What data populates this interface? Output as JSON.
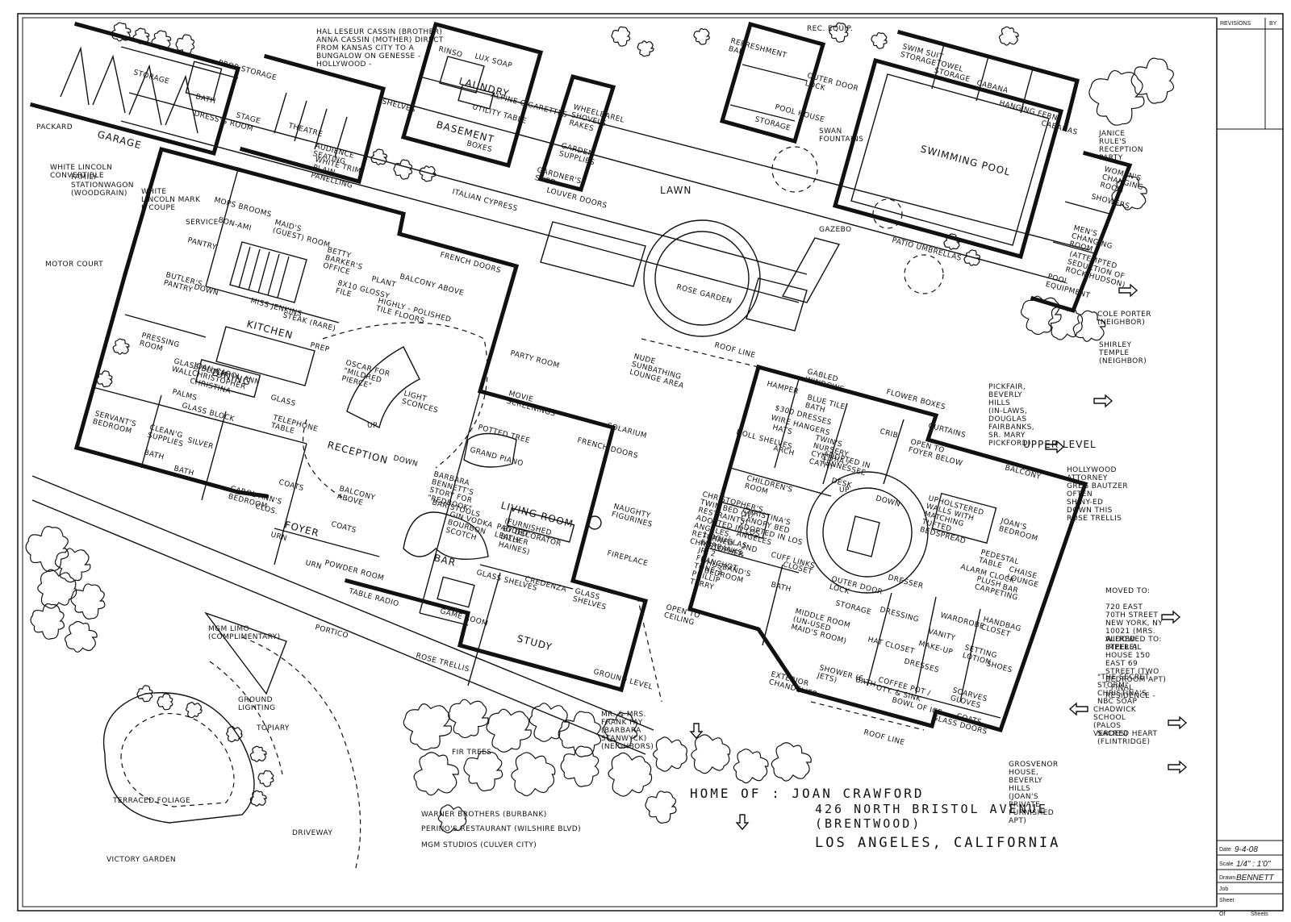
{
  "title": {
    "line1": "HOME OF :  JOAN CRAWFORD",
    "line2": "426 NORTH BRISTOL AVENUE",
    "line3": "(BRENTWOOD)",
    "line4": "LOS ANGELES,  CALIFORNIA"
  },
  "title_block": {
    "revisions": "REVISIONS",
    "by": "BY",
    "date_label": "Date",
    "date_value": "9-4-08",
    "scale_label": "Scale",
    "scale_value": "1/4\" : 1'0\"",
    "drawn_label": "Drawn",
    "drawn_value": "BENNETT",
    "job_label": "Job",
    "sheet_label": "Sheet",
    "of_label": "Of",
    "sheets_label": "Sheets"
  },
  "labels": [
    {
      "id": "packard",
      "text": "PACKARD"
    },
    {
      "id": "garage",
      "text": "GARAGE"
    },
    {
      "id": "storage-garage",
      "text": "STORAGE"
    },
    {
      "id": "white-lincoln",
      "text": "WHITE LINCOLN CONVERTIBLE"
    },
    {
      "id": "station-wagon",
      "text": "FAMILY STATIONWAGON (WOODGRAIN)"
    },
    {
      "id": "lincoln-mark",
      "text": "WHITE LINCOLN MARK II COUPE"
    },
    {
      "id": "bath-1",
      "text": "BATH"
    },
    {
      "id": "prop-storage",
      "text": "PROP STORAGE"
    },
    {
      "id": "dressing-room",
      "text": "DRESS'G ROOM"
    },
    {
      "id": "stage",
      "text": "STAGE"
    },
    {
      "id": "theatre",
      "text": "THEATRE"
    },
    {
      "id": "audience",
      "text": "AUDIENCE SEATING"
    },
    {
      "id": "white-trim",
      "text": "WHITE TRIM PLAIN PANELLING"
    },
    {
      "id": "cassin",
      "text": "HAL LESEUR CASSIN (BROTHER) ANNA CASSIN (MOTHER) DIRECT FROM KANSAS CITY TO A BUNGALOW ON GENESSE - HOLLYWOOD -"
    },
    {
      "id": "shelves",
      "text": "SHELVES"
    },
    {
      "id": "rinso",
      "text": "RINSO"
    },
    {
      "id": "lux",
      "text": "LUX SOAP"
    },
    {
      "id": "laundry",
      "text": "LAUNDRY"
    },
    {
      "id": "alpine",
      "text": "ALPINE CIGARETTES"
    },
    {
      "id": "utility",
      "text": "UTILITY TABLE"
    },
    {
      "id": "basement",
      "text": "BASEMENT"
    },
    {
      "id": "boxes",
      "text": "BOXES"
    },
    {
      "id": "wheelbarrel",
      "text": "WHEELBAREL SHOVELS RAKES"
    },
    {
      "id": "garden-supplies",
      "text": "GARDEN SUPPLIES"
    },
    {
      "id": "gardeners-shed",
      "text": "GARDNER'S SHED"
    },
    {
      "id": "italian-cypress",
      "text": "ITALIAN CYPRESS"
    },
    {
      "id": "louver",
      "text": "LOUVER DOORS"
    },
    {
      "id": "lawn",
      "text": "LAWN"
    },
    {
      "id": "refreshment",
      "text": "REFRESHMENT BAR"
    },
    {
      "id": "rec-equip",
      "text": "REC. EQUIP."
    },
    {
      "id": "outer-door-lock-pool",
      "text": "OUTER DOOR LOCK"
    },
    {
      "id": "pool-house",
      "text": "POOL HOUSE"
    },
    {
      "id": "storage-pool",
      "text": "STORAGE"
    },
    {
      "id": "swan",
      "text": "SWAN FOUNTAINS"
    },
    {
      "id": "swim-suit",
      "text": "SWIM SUIT STORAGE"
    },
    {
      "id": "towel",
      "text": "TOWEL STORAGE"
    },
    {
      "id": "cabana",
      "text": "CABANA"
    },
    {
      "id": "hanging-fern",
      "text": "HANGING FERN"
    },
    {
      "id": "cabanas",
      "text": "CABANAS"
    },
    {
      "id": "janice",
      "text": "JANICE RULE'S RECEPTION PARTY"
    },
    {
      "id": "swimming-pool",
      "text": "SWIMMING POOL"
    },
    {
      "id": "womens",
      "text": "WOMEN'S CHANGING ROOM"
    },
    {
      "id": "showers",
      "text": "SHOWERS"
    },
    {
      "id": "mens",
      "text": "MEN'S CHANGING ROOM"
    },
    {
      "id": "rock-hudson",
      "text": "(ATTEMPTED SEDUCTION OF ROCK HUDSON)"
    },
    {
      "id": "pool-equipment",
      "text": "POOL EQUIPMENT"
    },
    {
      "id": "gazebo",
      "text": "GAZEBO"
    },
    {
      "id": "patio",
      "text": "PATIO UMBRELLAS"
    },
    {
      "id": "rose-garden",
      "text": "ROSE GARDEN"
    },
    {
      "id": "cole-porter",
      "text": "COLE PORTER (NEIGHBOR)"
    },
    {
      "id": "shirley",
      "text": "SHIRLEY TEMPLE (NEIGHBOR)"
    },
    {
      "id": "mops",
      "text": "MOPS BROOMS"
    },
    {
      "id": "bon-ami",
      "text": "BON-AMI"
    },
    {
      "id": "service",
      "text": "SERVICE"
    },
    {
      "id": "pantry",
      "text": "PANTRY"
    },
    {
      "id": "maids",
      "text": "MAID'S (GUEST) ROOM"
    },
    {
      "id": "betty",
      "text": "BETTY BARKER'S OFFICE"
    },
    {
      "id": "glossy",
      "text": "8X10 GLOSSY FILE"
    },
    {
      "id": "motor-court",
      "text": "MOTOR COURT"
    },
    {
      "id": "butlers",
      "text": "BUTLER'S PANTRY"
    },
    {
      "id": "down-1",
      "text": "DOWN"
    },
    {
      "id": "miss-jenkins",
      "text": "MISS JENKINS"
    },
    {
      "id": "steak",
      "text": "STEAK (RARE)"
    },
    {
      "id": "kitchen",
      "text": "KITCHEN"
    },
    {
      "id": "pressing",
      "text": "PRESSING ROOM"
    },
    {
      "id": "prep",
      "text": "PREP"
    },
    {
      "id": "glass-block-wall",
      "text": "GLASS BLOCK WALL"
    },
    {
      "id": "dining",
      "text": "DINING"
    },
    {
      "id": "joan-carol",
      "text": "JOAN  CAROL ANN  CHRISTOPHER  CHRISTINA"
    },
    {
      "id": "palms",
      "text": "PALMS"
    },
    {
      "id": "glass",
      "text": "GLASS"
    },
    {
      "id": "glass-block",
      "text": "GLASS BLOCK"
    },
    {
      "id": "oscar",
      "text": "OSCAR FOR \"MILDRED PIERCE\""
    },
    {
      "id": "plant",
      "text": "PLANT"
    },
    {
      "id": "french-doors-1",
      "text": "FRENCH DOORS"
    },
    {
      "id": "balcony-above-1",
      "text": "BALCONY ABOVE"
    },
    {
      "id": "tile-floors",
      "text": "HIGHLY - POLISHED TILE FLOORS"
    },
    {
      "id": "servants",
      "text": "SERVANT'S BEDROOM"
    },
    {
      "id": "cleaning",
      "text": "CLEAN'G SUPPLIES"
    },
    {
      "id": "silver",
      "text": "SILVER"
    },
    {
      "id": "telephone",
      "text": "TELEPHONE TABLE"
    },
    {
      "id": "bath-2",
      "text": "BATH"
    },
    {
      "id": "bath-3",
      "text": "BATH"
    },
    {
      "id": "reception",
      "text": "RECEPTION"
    },
    {
      "id": "light-sconces",
      "text": "LIGHT SCONCES"
    },
    {
      "id": "up-1",
      "text": "UP"
    },
    {
      "id": "carol-ann",
      "text": "CAROL ANN'S BEDROOM"
    },
    {
      "id": "coats-1",
      "text": "COATS"
    },
    {
      "id": "clos",
      "text": "CLOS."
    },
    {
      "id": "foyer",
      "text": "FOYER"
    },
    {
      "id": "balcony-above-2",
      "text": "BALCONY ABOVE"
    },
    {
      "id": "coats-2",
      "text": "COATS"
    },
    {
      "id": "urn-1",
      "text": "URN"
    },
    {
      "id": "urn-2",
      "text": "URN"
    },
    {
      "id": "powder",
      "text": "POWDER ROOM"
    },
    {
      "id": "table-radio",
      "text": "TABLE RADIO"
    },
    {
      "id": "portico",
      "text": "PORTICO"
    },
    {
      "id": "party-room",
      "text": "PARTY ROOM"
    },
    {
      "id": "movie",
      "text": "MOVIE SCREENINGS"
    },
    {
      "id": "potted-tree",
      "text": "POTTED TREE"
    },
    {
      "id": "grand-piano",
      "text": "GRAND PIANO"
    },
    {
      "id": "french-doors-2",
      "text": "FRENCH DOORS"
    },
    {
      "id": "solarium",
      "text": "SOLARIUM"
    },
    {
      "id": "nude",
      "text": "NUDE SUNBATHING LOUNGE AREA"
    },
    {
      "id": "down-2",
      "text": "DOWN"
    },
    {
      "id": "barbara",
      "text": "BARBARA BENNETT'S STORY FOR \"REDBOOK\""
    },
    {
      "id": "bar-stools",
      "text": "BAR STOOLS"
    },
    {
      "id": "living-room",
      "text": "LIVING ROOM"
    },
    {
      "id": "billy",
      "text": "(FURNISHED BY DECORATOR BILLY HAINES)"
    },
    {
      "id": "naughty",
      "text": "NAUGHTY FIGURINES"
    },
    {
      "id": "gin",
      "text": "GIN VODKA BOURBON SCOTCH"
    },
    {
      "id": "padded",
      "text": "PADDED LEATHER"
    },
    {
      "id": "fireplace",
      "text": "FIREPLACE"
    },
    {
      "id": "bar",
      "text": "BAR"
    },
    {
      "id": "glass-shelves-1",
      "text": "GLASS SHELVES"
    },
    {
      "id": "credenza",
      "text": "CREDENZA"
    },
    {
      "id": "glass-shelves-2",
      "text": "GLASS SHELVES"
    },
    {
      "id": "game-room",
      "text": "GAME ROOM"
    },
    {
      "id": "study",
      "text": "STUDY"
    },
    {
      "id": "rose-trellis",
      "text": "ROSE TRELLIS"
    },
    {
      "id": "ground-level",
      "text": "GROUND LEVEL"
    },
    {
      "id": "open-ceiling",
      "text": "OPEN TO CEILING"
    },
    {
      "id": "roof-line-1",
      "text": "ROOF LINE"
    },
    {
      "id": "gabled",
      "text": "GABLED WINDOWS"
    },
    {
      "id": "hamper",
      "text": "HAMPER"
    },
    {
      "id": "blue-tile",
      "text": "BLUE TILE BATH"
    },
    {
      "id": "flower-boxes",
      "text": "FLOWER BOXES"
    },
    {
      "id": "dresses-300",
      "text": "$300 DRESSES"
    },
    {
      "id": "wire-hangers",
      "text": "WIRE HANGERS"
    },
    {
      "id": "hats-1",
      "text": "HATS"
    },
    {
      "id": "doll-shelves",
      "text": "DOLL SHELVES"
    },
    {
      "id": "arch",
      "text": "ARCH"
    },
    {
      "id": "crib",
      "text": "CRIB"
    },
    {
      "id": "twins",
      "text": "TWIN'S NURSERY CYNTHIA / CATHY"
    },
    {
      "id": "adopted-tn",
      "text": "ADOPTED IN TENNESSEE"
    },
    {
      "id": "curtains",
      "text": "CURTAINS"
    },
    {
      "id": "open-foyer",
      "text": "OPEN TO FOYER BELOW"
    },
    {
      "id": "upper-level",
      "text": "UPPER LEVEL"
    },
    {
      "id": "childrens",
      "text": "CHILDREN'S ROOM"
    },
    {
      "id": "christopher",
      "text": "CHRISTOPHER'S TWIN BED (W/ RESTRAINTS) ADOPTED IN LOS ANGELES, RETURNED - 2ND CHRISTOPHER"
    },
    {
      "id": "christina",
      "text": "CHRISTINA'S CANOPY BED ADOPTED IN LOS ANGELES"
    },
    {
      "id": "desk",
      "text": "DESK"
    },
    {
      "id": "balcony-upper",
      "text": "BALCONY"
    },
    {
      "id": "hollywood-attorney",
      "text": "HOLLYWOOD ATTORNEY GREG BAUTZER OFTEN SHINY-ED DOWN THIS ROSE TRELLIS"
    },
    {
      "id": "pickfair",
      "text": "PICKFAIR, BEVERLY HILLS (IN-LAWS, DOUGLAS FAIRBANKS, SR. MARY PICKFORD)"
    },
    {
      "id": "husbands-list",
      "text": "1 DOUGLAS FAIRBANKS, JR. 2 FRANCHOT TONE 3 PHILLIP TERRY"
    },
    {
      "id": "husbands",
      "text": "HUSBAND'S BEDROOM"
    },
    {
      "id": "cuff-links",
      "text": "CUFF LINKS"
    },
    {
      "id": "closet-1",
      "text": "CLOSET"
    },
    {
      "id": "bath-4",
      "text": "BATH"
    },
    {
      "id": "down-3",
      "text": "DOWN"
    },
    {
      "id": "up-2",
      "text": "UP"
    },
    {
      "id": "upholstered",
      "text": "UPHOLSTERED WALLS WITH MATCHING TUFTED BEDSPREAD"
    },
    {
      "id": "joans-bedroom",
      "text": "JOAN'S BEDROOM"
    },
    {
      "id": "pedestal",
      "text": "PEDESTAL TABLE"
    },
    {
      "id": "chaise",
      "text": "CHAISE LOUNGE"
    },
    {
      "id": "alarm",
      "text": "ALARM CLOCK"
    },
    {
      "id": "plush",
      "text": "PLUSH CARPETING"
    },
    {
      "id": "bar-2",
      "text": "BAR"
    },
    {
      "id": "outer-door-lock",
      "text": "OUTER DOOR LOCK"
    },
    {
      "id": "dresser",
      "text": "DRESSER"
    },
    {
      "id": "middle-room",
      "text": "MIDDLE ROOM (UN-USED MAID'S ROOM)"
    },
    {
      "id": "storage-2",
      "text": "STORAGE"
    },
    {
      "id": "dressing",
      "text": "DRESSING"
    },
    {
      "id": "wardrobe",
      "text": "WARDROBE"
    },
    {
      "id": "handbag",
      "text": "HANDBAG CLOSET"
    },
    {
      "id": "hat-closet",
      "text": "HAT CLOSET"
    },
    {
      "id": "vanity",
      "text": "VANITY"
    },
    {
      "id": "make-up",
      "text": "MAKE-UP"
    },
    {
      "id": "setting",
      "text": "SETTING LOTION"
    },
    {
      "id": "dresses",
      "text": "DRESSES"
    },
    {
      "id": "shoes",
      "text": "SHOES"
    },
    {
      "id": "shower",
      "text": "SHOWER (6 JETS)"
    },
    {
      "id": "bath-5",
      "text": "BATH"
    },
    {
      "id": "coffee-pot",
      "text": "COFFEE POT / OTY. & SINK"
    },
    {
      "id": "bowl-ice",
      "text": "BOWL OF ICE"
    },
    {
      "id": "scarves",
      "text": "SCARVES GLOVES"
    },
    {
      "id": "coats-3",
      "text": "COATS"
    },
    {
      "id": "glass-doors",
      "text": "GLASS DOORS"
    },
    {
      "id": "exterior",
      "text": "EXTERIOR CHANDELIER"
    },
    {
      "id": "roof-line-2",
      "text": "ROOF LINE"
    },
    {
      "id": "moved",
      "text": "MOVED TO:"
    },
    {
      "id": "720",
      "text": "720 EAST 70TH STREET NEW YORK, NY 10021 (MRS. ALFRED STEELE)"
    },
    {
      "id": "widowed",
      "text": "WIDOWED TO: IMPERIAL HOUSE 150 EAST 69 STREET (TWO BEDROOM APT) - FINAL RESIDENCE -"
    },
    {
      "id": "secret-storm",
      "text": "\"THE SECRET STORM\" CHRISTINA'S NBC SOAP"
    },
    {
      "id": "chadwick",
      "text": "CHADWICK SCHOOL (PALOS VERDES)"
    },
    {
      "id": "sacred-heart",
      "text": "SACRED HEART (FLINTRIDGE)"
    },
    {
      "id": "grosvenor",
      "text": "GROSVENOR HOUSE, BEVERLY HILLS (JOAN'S PRIVATE FURNISHED APT)"
    },
    {
      "id": "frank-fay",
      "text": "MR. & MRS. FRANK FAY (BARBARA STANWYCK) (NEIGHBORS)"
    },
    {
      "id": "mgm-limo",
      "text": "MGM LIMO (COMPLIMENTARY)"
    },
    {
      "id": "ground-lighting",
      "text": "GROUND LIGHTING"
    },
    {
      "id": "topiary",
      "text": "TOPIARY"
    },
    {
      "id": "terraced",
      "text": "TERRACED FOLIAGE"
    },
    {
      "id": "driveway",
      "text": "DRIVEWAY"
    },
    {
      "id": "victory",
      "text": "VICTORY GARDEN"
    },
    {
      "id": "fir-trees",
      "text": "FIR TREES"
    },
    {
      "id": "warner",
      "text": "WARNER BROTHERS (BURBANK)"
    },
    {
      "id": "perino",
      "text": "PERINO'S RESTAURANT  (WILSHIRE BLVD)"
    },
    {
      "id": "mgm-studios",
      "text": "MGM STUDIOS  (CULVER CITY)"
    }
  ]
}
